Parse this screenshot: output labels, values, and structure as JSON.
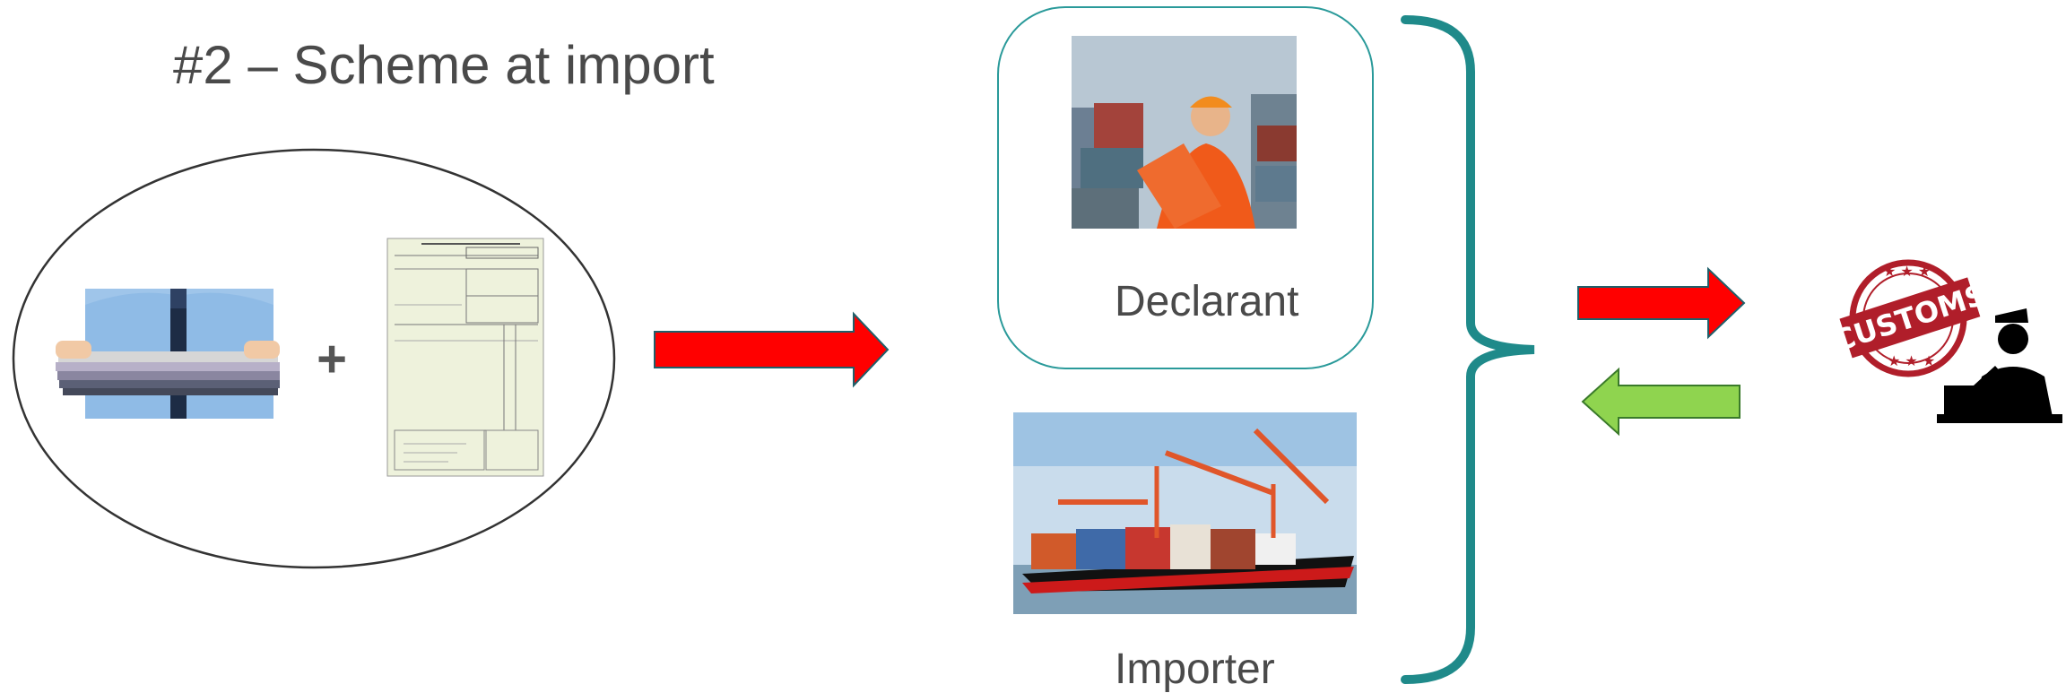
{
  "title": "#2 – Scheme at import",
  "plus_sign": "+",
  "declarant": {
    "label": "Declarant"
  },
  "importer": {
    "label": "Importer"
  },
  "customs": {
    "stamp_text": "CUSTOMS"
  },
  "icons": {
    "arrow_to_declarant": "right-arrow-red",
    "arrow_to_customs": "right-arrow-red",
    "arrow_from_customs": "left-arrow-green",
    "bracket": "curly-brace-right",
    "customs_officer": "customs-officer-icon"
  },
  "colors": {
    "red_arrow": "#ff0000",
    "green_arrow": "#8fd44f",
    "bracket": "#1f8a8a",
    "text": "#4a4a4a"
  }
}
